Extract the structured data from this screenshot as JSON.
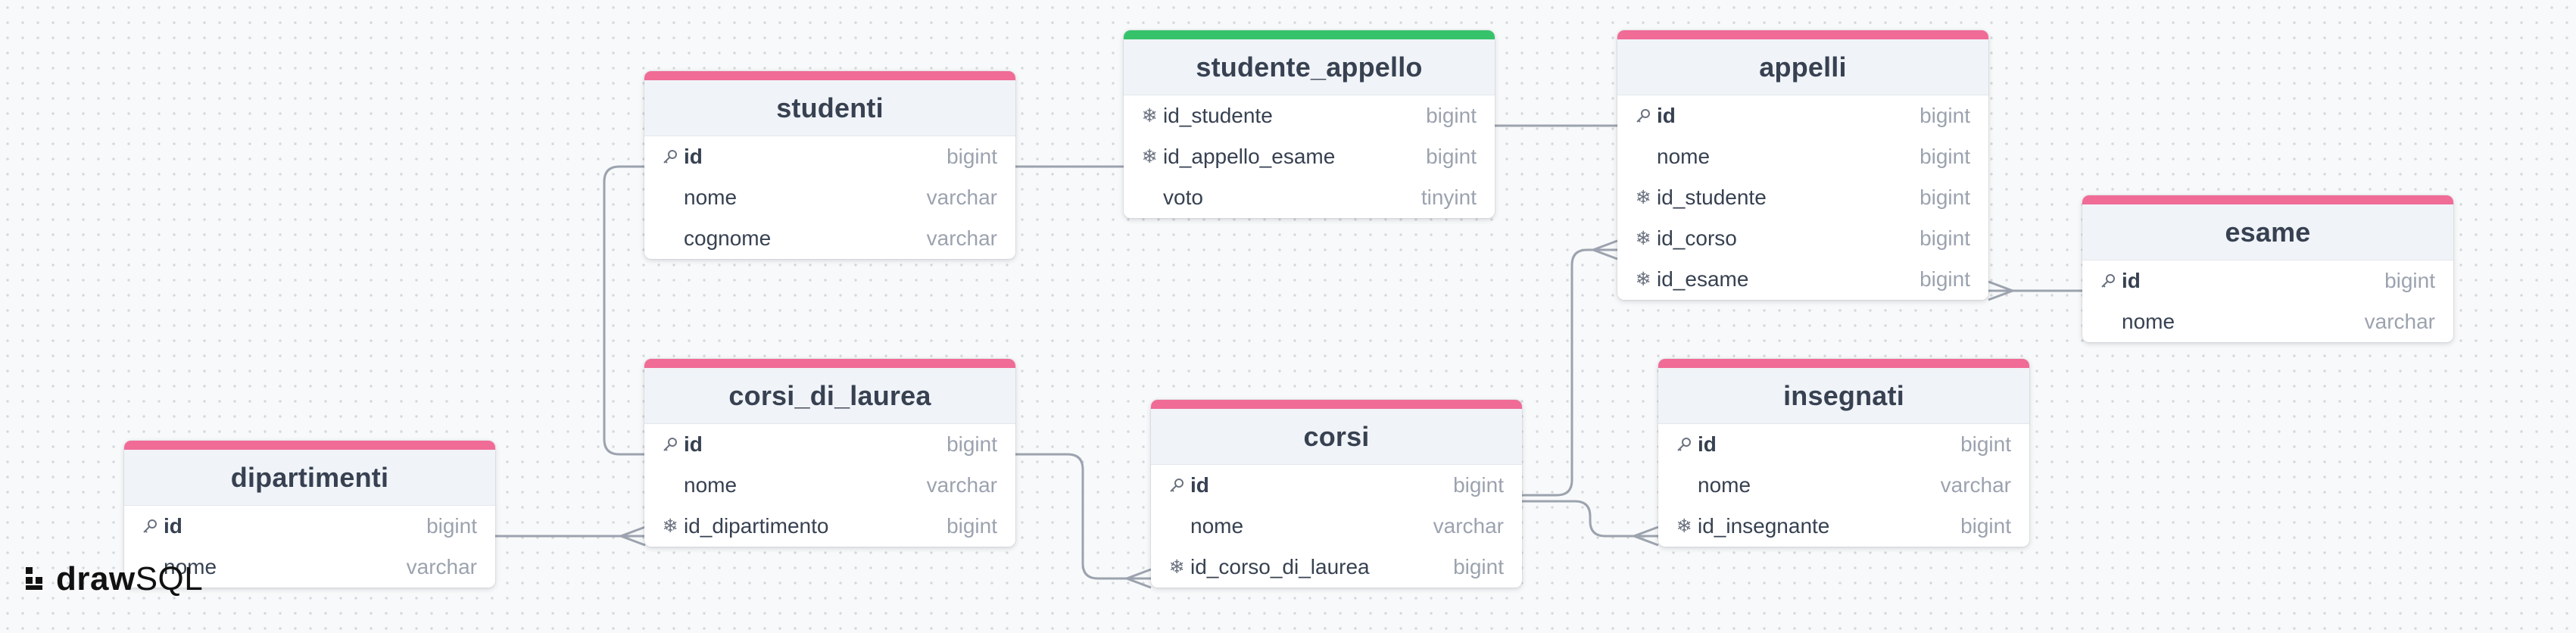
{
  "app": {
    "logo_text_bold": "draw",
    "logo_text_light": "SQL"
  },
  "colors": {
    "table_accent": "#f06b96",
    "junction_accent": "#36c26b",
    "relation_line": "#9ca3af"
  },
  "tables": {
    "studenti": {
      "name": "studenti",
      "accent": "pink",
      "columns": [
        {
          "name": "id",
          "type": "bigint",
          "key": "primary"
        },
        {
          "name": "nome",
          "type": "varchar",
          "key": ""
        },
        {
          "name": "cognome",
          "type": "varchar",
          "key": ""
        }
      ]
    },
    "studente_appello": {
      "name": "studente_appello",
      "accent": "green",
      "columns": [
        {
          "name": "id_studente",
          "type": "bigint",
          "key": "foreign"
        },
        {
          "name": "id_appello_esame",
          "type": "bigint",
          "key": "foreign"
        },
        {
          "name": "voto",
          "type": "tinyint",
          "key": ""
        }
      ]
    },
    "appelli": {
      "name": "appelli",
      "accent": "pink",
      "columns": [
        {
          "name": "id",
          "type": "bigint",
          "key": "primary"
        },
        {
          "name": "nome",
          "type": "bigint",
          "key": ""
        },
        {
          "name": "id_studente",
          "type": "bigint",
          "key": "foreign"
        },
        {
          "name": "id_corso",
          "type": "bigint",
          "key": "foreign"
        },
        {
          "name": "id_esame",
          "type": "bigint",
          "key": "foreign"
        }
      ]
    },
    "esame": {
      "name": "esame",
      "accent": "pink",
      "columns": [
        {
          "name": "id",
          "type": "bigint",
          "key": "primary"
        },
        {
          "name": "nome",
          "type": "varchar",
          "key": ""
        }
      ]
    },
    "corsi_di_laurea": {
      "name": "corsi_di_laurea",
      "accent": "pink",
      "columns": [
        {
          "name": "id",
          "type": "bigint",
          "key": "primary"
        },
        {
          "name": "nome",
          "type": "varchar",
          "key": ""
        },
        {
          "name": "id_dipartimento",
          "type": "bigint",
          "key": "foreign"
        }
      ]
    },
    "corsi": {
      "name": "corsi",
      "accent": "pink",
      "columns": [
        {
          "name": "id",
          "type": "bigint",
          "key": "primary"
        },
        {
          "name": "nome",
          "type": "varchar",
          "key": ""
        },
        {
          "name": "id_corso_di_laurea",
          "type": "bigint",
          "key": "foreign"
        }
      ]
    },
    "insegnati": {
      "name": "insegnati",
      "accent": "pink",
      "columns": [
        {
          "name": "id",
          "type": "bigint",
          "key": "primary"
        },
        {
          "name": "nome",
          "type": "varchar",
          "key": ""
        },
        {
          "name": "id_insegnante",
          "type": "bigint",
          "key": "foreign"
        }
      ]
    },
    "dipartimenti": {
      "name": "dipartimenti",
      "accent": "pink",
      "columns": [
        {
          "name": "id",
          "type": "bigint",
          "key": "primary"
        },
        {
          "name": "nome",
          "type": "varchar",
          "key": ""
        }
      ]
    }
  },
  "icons": {
    "primary": "key-icon",
    "foreign": "snowflake-icon"
  }
}
